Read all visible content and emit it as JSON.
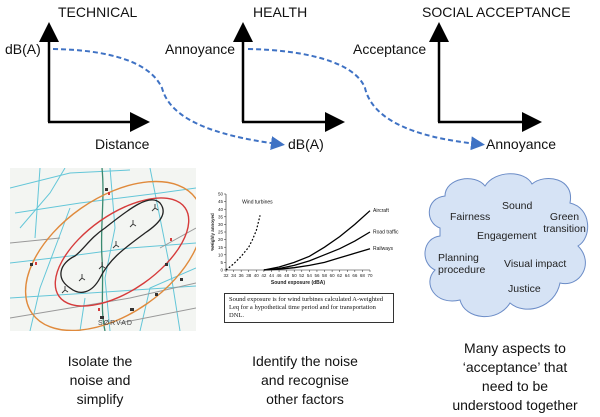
{
  "panels": [
    {
      "id": "technical",
      "title": "TECHNICAL",
      "y_label": "dB(A)",
      "x_label": "Distance",
      "caption": [
        "Isolate the",
        "noise and",
        "simplify"
      ]
    },
    {
      "id": "health",
      "title": "HEALTH",
      "y_label": "Annoyance",
      "x_label": "dB(A)",
      "caption": [
        "Identify the noise",
        "and recognise",
        "other factors"
      ]
    },
    {
      "id": "social",
      "title": "SOCIAL ACCEPTANCE",
      "y_label": "Acceptance",
      "x_label": "Annoyance",
      "caption": [
        "Many aspects to",
        "‘acceptance’ that",
        "need to be",
        "understood together"
      ]
    }
  ],
  "map": {
    "label": "SØRVAD"
  },
  "chart_data": {
    "type": "line",
    "title": "",
    "xlabel": "Sound exposure (dBA)",
    "ylabel": "%Highly annoyed",
    "xlim": [
      32,
      70
    ],
    "ylim": [
      0,
      50
    ],
    "x_ticks": [
      "32",
      "34",
      "36",
      "38",
      "40",
      "42",
      "44",
      "46",
      "48",
      "50",
      "52",
      "54",
      "56",
      "58",
      "60",
      "62",
      "64",
      "66",
      "68",
      "70"
    ],
    "y_ticks": [
      "0",
      "5",
      "10",
      "15",
      "20",
      "25",
      "30",
      "35",
      "40",
      "45",
      "50"
    ],
    "series": [
      {
        "name": "Wind turbines",
        "style": "dashed",
        "points": [
          [
            32,
            0
          ],
          [
            34,
            4
          ],
          [
            36,
            9
          ],
          [
            38,
            15
          ],
          [
            39,
            20
          ],
          [
            40,
            26
          ],
          [
            41,
            36
          ]
        ]
      },
      {
        "name": "Aircraft",
        "style": "solid",
        "points": [
          [
            42,
            0
          ],
          [
            46,
            2
          ],
          [
            50,
            5
          ],
          [
            54,
            9
          ],
          [
            58,
            15
          ],
          [
            62,
            22
          ],
          [
            66,
            30
          ],
          [
            70,
            39
          ]
        ]
      },
      {
        "name": "Road traffic",
        "style": "solid",
        "points": [
          [
            42,
            0
          ],
          [
            46,
            1
          ],
          [
            50,
            3
          ],
          [
            54,
            6
          ],
          [
            58,
            10
          ],
          [
            62,
            14
          ],
          [
            66,
            19
          ],
          [
            70,
            25
          ]
        ]
      },
      {
        "name": "Railways",
        "style": "solid",
        "points": [
          [
            42,
            0
          ],
          [
            46,
            0.5
          ],
          [
            50,
            1.5
          ],
          [
            54,
            3
          ],
          [
            58,
            5
          ],
          [
            62,
            8
          ],
          [
            66,
            11
          ],
          [
            70,
            14
          ]
        ]
      }
    ],
    "note": "Sound exposure is for wind turbines calculated A-weighted Leq for a hypothetical time period and for transportation DNL."
  },
  "cloud": {
    "words": [
      "Sound",
      "Fairness",
      "Green transition",
      "Engagement",
      "Planning procedure",
      "Visual impact",
      "Justice"
    ],
    "fill": "#d6e3f5",
    "stroke": "#6b8cc7"
  },
  "colors": {
    "connector": "#3f72c4",
    "axis": "#000000"
  }
}
